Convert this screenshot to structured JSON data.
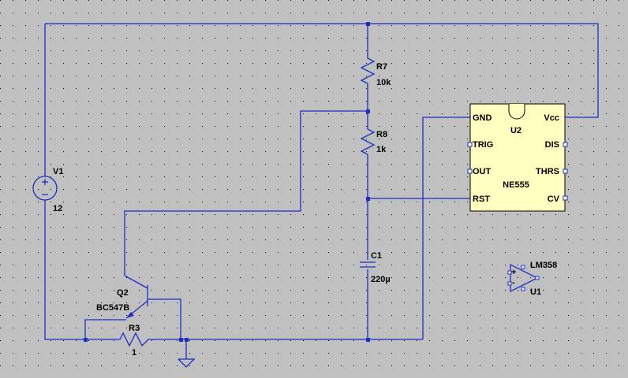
{
  "components": {
    "r7": {
      "name": "R7",
      "value": "10k"
    },
    "r8": {
      "name": "R8",
      "value": "1k"
    },
    "r3": {
      "name": "R3",
      "value": "1"
    },
    "c1": {
      "name": "C1",
      "value": "220µ"
    },
    "v1": {
      "name": "V1",
      "value": "12"
    },
    "q2": {
      "name": "Q2",
      "model": "BC547B"
    },
    "u1": {
      "name": "U1",
      "model": "LM358"
    },
    "u2": {
      "name": "U2",
      "model": "NE555",
      "pins": {
        "gnd": "GND",
        "trig": "TRIG",
        "out": "OUT",
        "rst": "RST",
        "vcc": "Vcc",
        "dis": "DIS",
        "thrs": "THRS",
        "cv": "CV"
      }
    }
  },
  "colors": {
    "background": "#c0c0c0",
    "wire": "#1c2fc4",
    "grid_dot": "#000000",
    "chip_fill": "#ffffc0"
  }
}
